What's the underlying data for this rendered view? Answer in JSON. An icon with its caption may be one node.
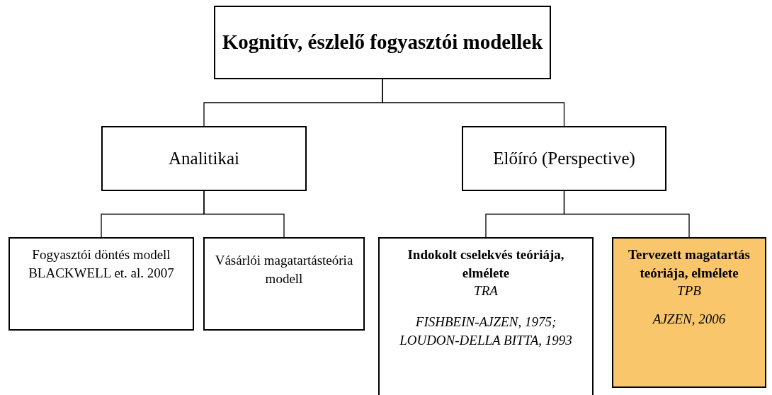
{
  "diagram": {
    "nodes": [
      {
        "text": [
          "Kognitív, észlelő fogyasztói modellek"
        ]
      },
      {
        "text": [
          "Analitikai"
        ]
      },
      {
        "text": [
          "Előíró (Perspective)"
        ]
      },
      {
        "text": [
          "Fogyasztói döntés modell BLACKWELL et. al. 2007"
        ]
      },
      {
        "text": [
          "Vásárlói magatartásteória modell"
        ]
      },
      {
        "text": [
          "Indokolt cselekvés teóriája, elmélete",
          "TRA",
          "FISHBEIN-AJZEN, 1975; LOUDON-DELLA BITTA, 1993"
        ]
      },
      {
        "text": [
          "Tervezett magatartás teóriája, elmélete",
          "TPB",
          "AJZEN, 2006"
        ]
      }
    ],
    "edges": [
      {
        "from": 0,
        "to": 1,
        "arrow": "none"
      },
      {
        "from": 0,
        "to": 2,
        "arrow": "none"
      },
      {
        "from": 1,
        "to": 3,
        "arrow": "none"
      },
      {
        "from": 1,
        "to": 4,
        "arrow": "none"
      },
      {
        "from": 2,
        "to": 5,
        "arrow": "none"
      },
      {
        "from": 2,
        "to": 6,
        "arrow": "none"
      }
    ]
  }
}
